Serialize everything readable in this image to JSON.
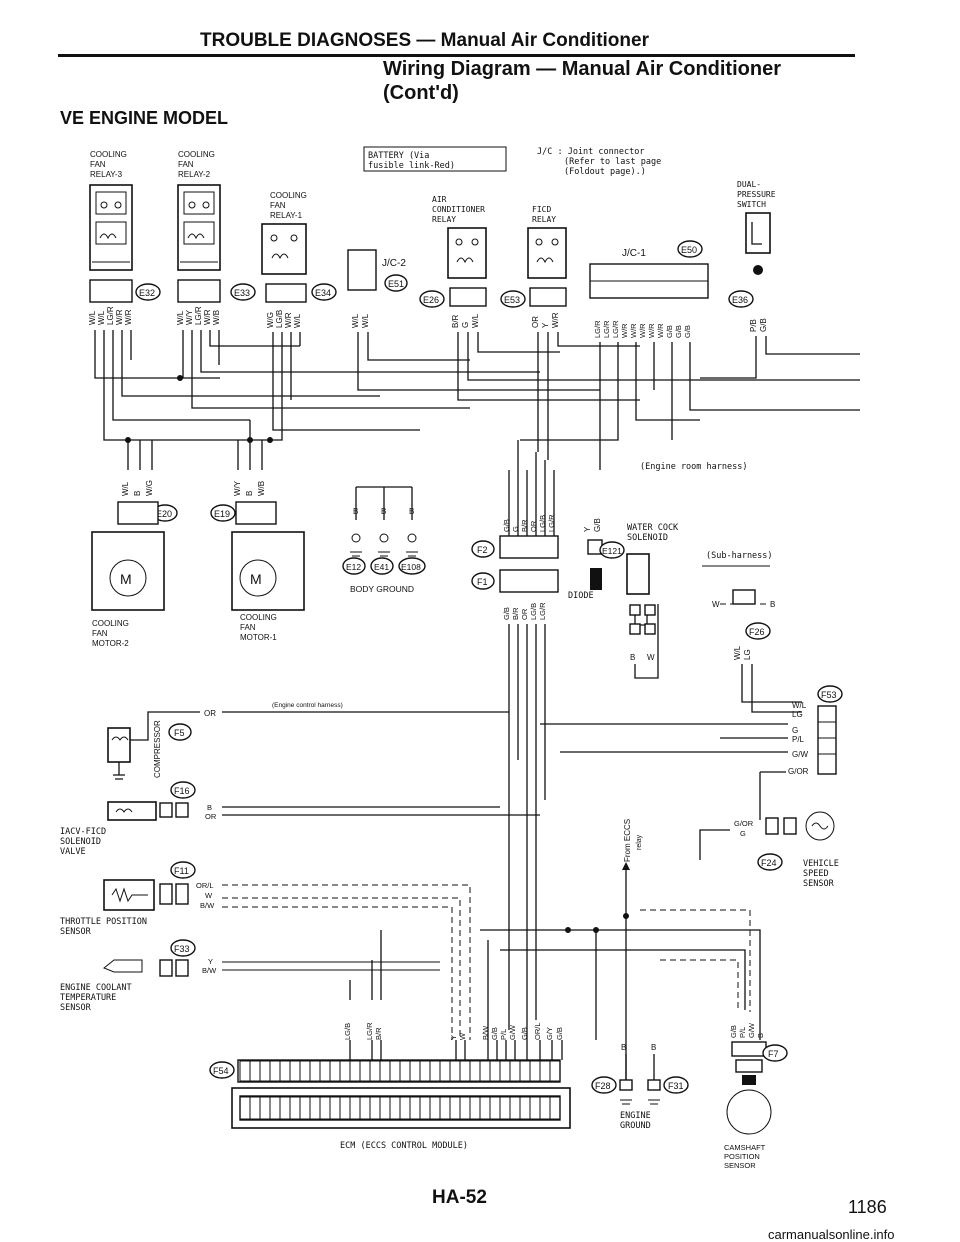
{
  "page": {
    "section_title": "TROUBLE DIAGNOSES — Manual Air Conditioner",
    "diagram_title_line1": "Wiring Diagram — Manual Air Conditioner",
    "diagram_title_line2": "(Cont'd)",
    "model": "VE ENGINE MODEL",
    "page_code": "HA-52",
    "page_number": "1186",
    "footer_site": "carmanualsonline.info"
  },
  "notes": {
    "battery_line1": "BATTERY (Via",
    "battery_line2": "fusible link-Red)",
    "jc_line1": "J/C : Joint connector",
    "jc_line2": "(Refer to last page",
    "jc_line3": "(Foldout page).)",
    "engine_room_harness": "(Engine room harness)",
    "engine_control_harness": "(Engine control harness)",
    "sub_harness": "(Sub-harness)",
    "from_eccs": "From ECCS",
    "from_eccs2": "relay"
  },
  "components": {
    "cfr3": {
      "l1": "COOLING",
      "l2": "FAN",
      "l3": "RELAY-3"
    },
    "cfr2": {
      "l1": "COOLING",
      "l2": "FAN",
      "l3": "RELAY-2"
    },
    "cfr1": {
      "l1": "COOLING",
      "l2": "FAN",
      "l3": "RELAY-1"
    },
    "acr": {
      "l1": "AIR",
      "l2": "CONDITIONER",
      "l3": "RELAY"
    },
    "ficd": {
      "l1": "FICD",
      "l2": "RELAY"
    },
    "dps": {
      "l1": "DUAL-",
      "l2": "PRESSURE",
      "l3": "SWITCH"
    },
    "jc2": "J/C-2",
    "jc1": "J/C-1",
    "cfm2": {
      "l1": "COOLING",
      "l2": "FAN",
      "l3": "MOTOR-2"
    },
    "cfm1": {
      "l1": "COOLING",
      "l2": "FAN",
      "l3": "MOTOR-1"
    },
    "body_ground": "BODY GROUND",
    "wcs": {
      "l1": "WATER COCK",
      "l2": "SOLENOID"
    },
    "diode": "DIODE",
    "compressor": "COMPRESSOR",
    "iacv": {
      "l1": "IACV-FICD",
      "l2": "SOLENOID",
      "l3": "VALVE"
    },
    "tps": {
      "l1": "THROTTLE POSITION",
      "l2": "SENSOR"
    },
    "ects": {
      "l1": "ENGINE COOLANT",
      "l2": "TEMPERATURE",
      "l3": "SENSOR"
    },
    "vss": {
      "l1": "VEHICLE",
      "l2": "SPEED",
      "l3": "SENSOR"
    },
    "eng_ground": {
      "l1": "ENGINE",
      "l2": "GROUND"
    },
    "cam": {
      "l1": "CAMSHAFT",
      "l2": "POSITION",
      "l3": "SENSOR"
    },
    "ecm": "ECM (ECCS CONTROL MODULE)"
  },
  "connectors": {
    "E32": "E32",
    "E33": "E33",
    "E34": "E34",
    "E51": "E51",
    "E26": "E26",
    "E53": "E53",
    "E50": "E50",
    "E36": "E36",
    "E20": "E20",
    "E19": "E19",
    "E12": "E12",
    "E41": "E41",
    "E108": "E108",
    "F2": "F2",
    "F1": "F1",
    "E121": "E121",
    "F26": "F26",
    "F53": "F53",
    "F5": "F5",
    "F16": "F16",
    "F11": "F11",
    "F33": "F33",
    "F24": "F24",
    "F54": "F54",
    "F28": "F28",
    "F31": "F31",
    "F7": "F7"
  },
  "wire_colors": {
    "r3": [
      "W/L",
      "W/L",
      "LG/R",
      "W/R",
      "W/R"
    ],
    "r2": [
      "W/L",
      "W/Y",
      "LG/R",
      "W/R",
      "W/B"
    ],
    "r1": [
      "W/G",
      "LG/B",
      "W/R",
      "W/L"
    ],
    "jc2": [
      "W/L",
      "W/L"
    ],
    "acr": [
      "B/R",
      "G",
      "W/L"
    ],
    "ficd": [
      "OR",
      "Y",
      "W/R"
    ],
    "jc1": [
      "LG/R",
      "LG/R",
      "LG/R",
      "W/R",
      "W/R",
      "W/R",
      "W/R",
      "W/R",
      "G/B",
      "G/B",
      "G/B"
    ],
    "dps": [
      "P/B",
      "G/B"
    ],
    "m2": [
      "W/L",
      "B",
      "W/G"
    ],
    "m1": [
      "W/Y",
      "B",
      "W/B"
    ],
    "f2": [
      "G/B",
      "G",
      "B/R",
      "OR",
      "LG/B"
    ],
    "f2b": [
      "LG/R"
    ],
    "e121": [
      "Y",
      "G/B"
    ],
    "f1": [
      "G/B",
      "B/R",
      "OR",
      "LG/B",
      "LG/R"
    ],
    "wcs": [
      "B",
      "W"
    ],
    "sub": [
      "W",
      "B"
    ],
    "f26": [
      "W/L",
      "LG"
    ],
    "f53": [
      "W/L",
      "LG",
      "G",
      "P/L",
      "G/W",
      "G/OR"
    ],
    "comp": [
      "OR"
    ],
    "iacv": [
      "B",
      "OR"
    ],
    "tps": [
      "OR/L",
      "W",
      "B/W"
    ],
    "ects": [
      "Y",
      "B/W"
    ],
    "vss": [
      "G/OR",
      "G"
    ],
    "ecm": [
      "LG/B",
      "LG/R",
      "B/R",
      "Y",
      "W",
      "B/W",
      "G/B",
      "P/L",
      "G/W",
      "G/B",
      "OR/L",
      "G/Y",
      "G/B"
    ],
    "gnd": [
      "B",
      "B"
    ],
    "cam": [
      "G/B",
      "P/L",
      "G/W",
      "B"
    ]
  }
}
